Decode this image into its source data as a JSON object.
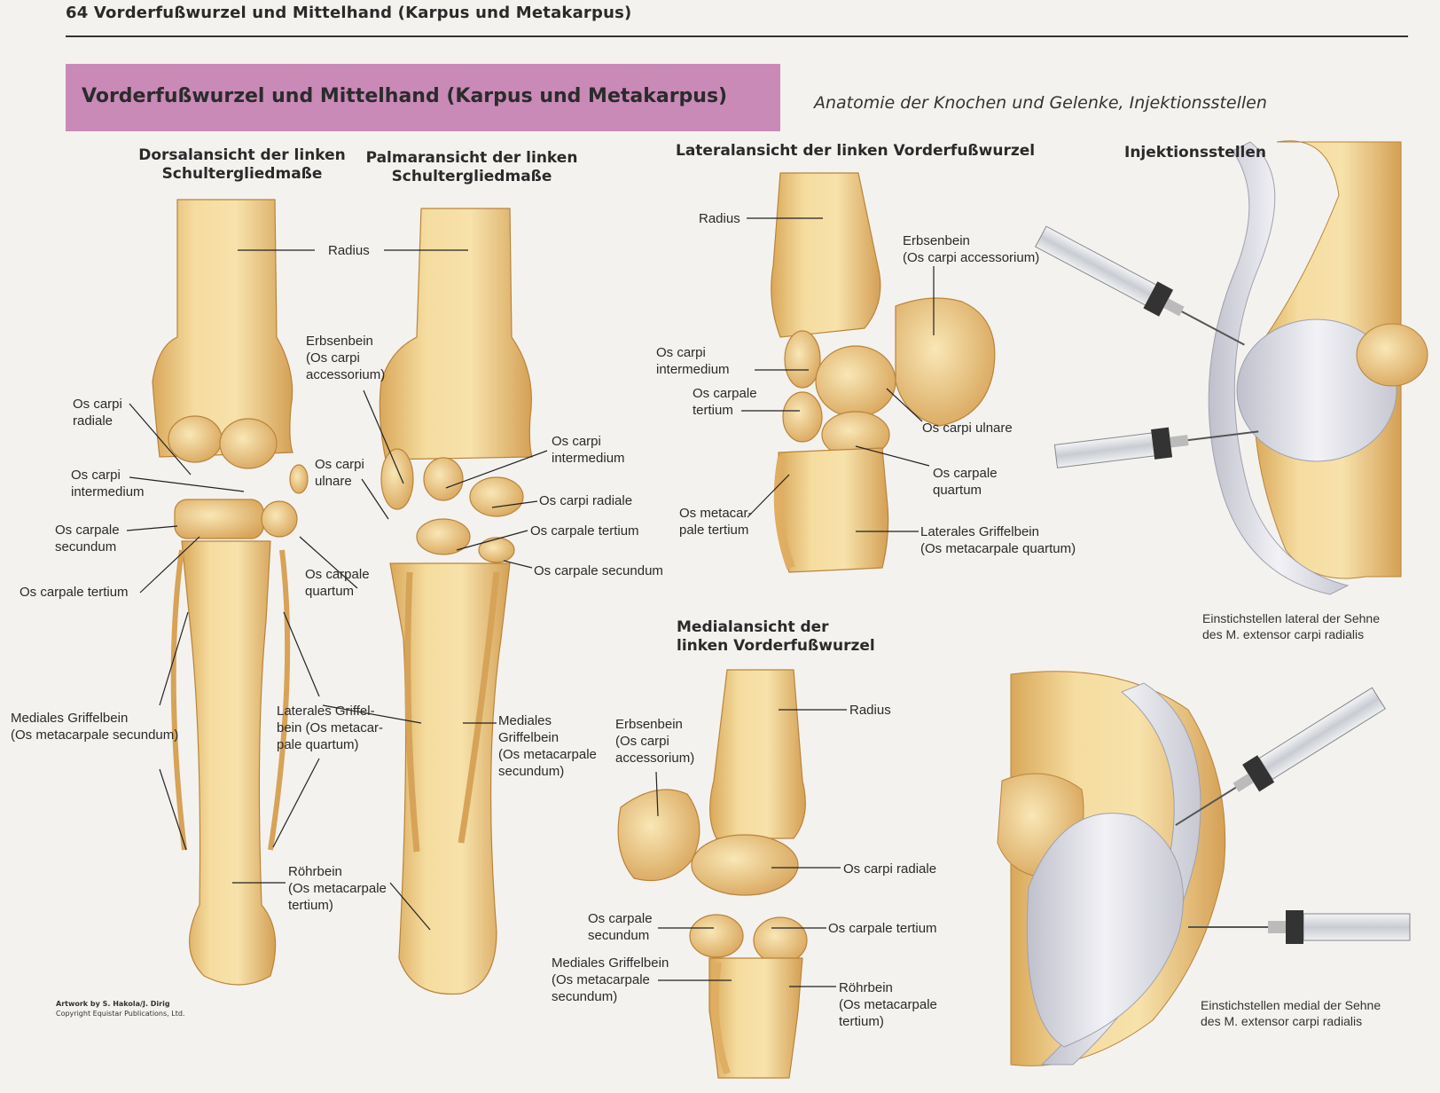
{
  "page_header": "64  Vorderfußwurzel und Mittelhand (Karpus und Metakarpus)",
  "banner_title": "Vorderfußwurzel und Mittelhand (Karpus und Metakarpus)",
  "subtitle": "Anatomie der Knochen und Gelenke, Injektionsstellen",
  "headings": {
    "dorsal": [
      "Dorsalansicht der linken",
      "Schultergliedmaße"
    ],
    "palmar": [
      "Palmaransicht der linken",
      "Schultergliedmaße"
    ],
    "lateral": "Lateralansicht der linken Vorderfußwurzel",
    "medial": [
      "Medialansicht der",
      "linken Vorderfußwurzel"
    ],
    "injection": "Injektionsstellen"
  },
  "labels": {
    "radius_center": "Radius",
    "d_carpi_radiale": [
      "Os carpi",
      "radiale"
    ],
    "d_carpi_intermedium": [
      "Os carpi",
      "intermedium"
    ],
    "d_carpale_secundum": [
      "Os carpale",
      "secundum"
    ],
    "d_carpale_tertium": "Os carpale tertium",
    "d_mediales_griffelbein": [
      "Mediales Griffelbein",
      "(Os metacarpale secundum)"
    ],
    "erbsenbein_center": [
      "Erbsenbein",
      "(Os carpi",
      "accessorium)"
    ],
    "carpi_ulnare_center": [
      "Os carpi",
      "ulnare"
    ],
    "carpale_quartum_center": [
      "Os carpale",
      "quartum"
    ],
    "laterales_griffelbein_center": [
      "Laterales Griffel-",
      "bein (Os metacar-",
      "pale quartum)"
    ],
    "roehrbein_center": [
      "Röhrbein",
      "(Os metacarpale",
      "tertium)"
    ],
    "p_carpi_intermedium": [
      "Os carpi",
      "intermedium"
    ],
    "p_carpi_radiale": "Os carpi radiale",
    "p_carpale_tertium": "Os carpale tertium",
    "p_carpale_secundum": "Os carpale secundum",
    "p_mediales_griffelbein": [
      "Mediales",
      "Griffelbein",
      "(Os metacarpale",
      "secundum)"
    ],
    "l_radius": "Radius",
    "l_erbsenbein": [
      "Erbsenbein",
      "(Os carpi accessorium)"
    ],
    "l_carpi_intermedium": [
      "Os carpi",
      "intermedium"
    ],
    "l_carpale_tertium": [
      "Os carpale",
      "tertium"
    ],
    "l_carpi_ulnare": "Os carpi ulnare",
    "l_carpale_quartum": [
      "Os carpale",
      "quartum"
    ],
    "l_metacarpale_tertium": [
      "Os metacar-",
      "pale tertium"
    ],
    "l_laterales_griffelbein": [
      "Laterales Griffelbein",
      "(Os metacarpale quartum)"
    ],
    "m_radius": "Radius",
    "m_erbsenbein": [
      "Erbsenbein",
      "(Os carpi",
      "accessorium)"
    ],
    "m_carpi_radiale": "Os carpi radiale",
    "m_carpale_secundum": [
      "Os carpale",
      "secundum"
    ],
    "m_carpale_tertium": "Os carpale tertium",
    "m_mediales_griffelbein": [
      "Mediales Griffelbein",
      "(Os metacarpale",
      "secundum)"
    ],
    "m_roehrbein": [
      "Röhrbein",
      "(Os metacarpale",
      "tertium)"
    ]
  },
  "captions": {
    "lateral_injection": [
      "Einstichstellen lateral der Sehne",
      "des M. extensor carpi radialis"
    ],
    "medial_injection": [
      "Einstichstellen medial der Sehne",
      "des M. extensor carpi radialis"
    ]
  },
  "credit": [
    "Artwork by S. Hakola/J. Dirig",
    "Copyright Equistar Publications, Ltd."
  ],
  "colors": {
    "banner": "#c98ab8",
    "bone": "#f1d391",
    "bone_shadow": "#d8a95c",
    "bone_outline": "#b9843b",
    "tendon": "#e4e4ea",
    "syringe": "#d8dade"
  }
}
